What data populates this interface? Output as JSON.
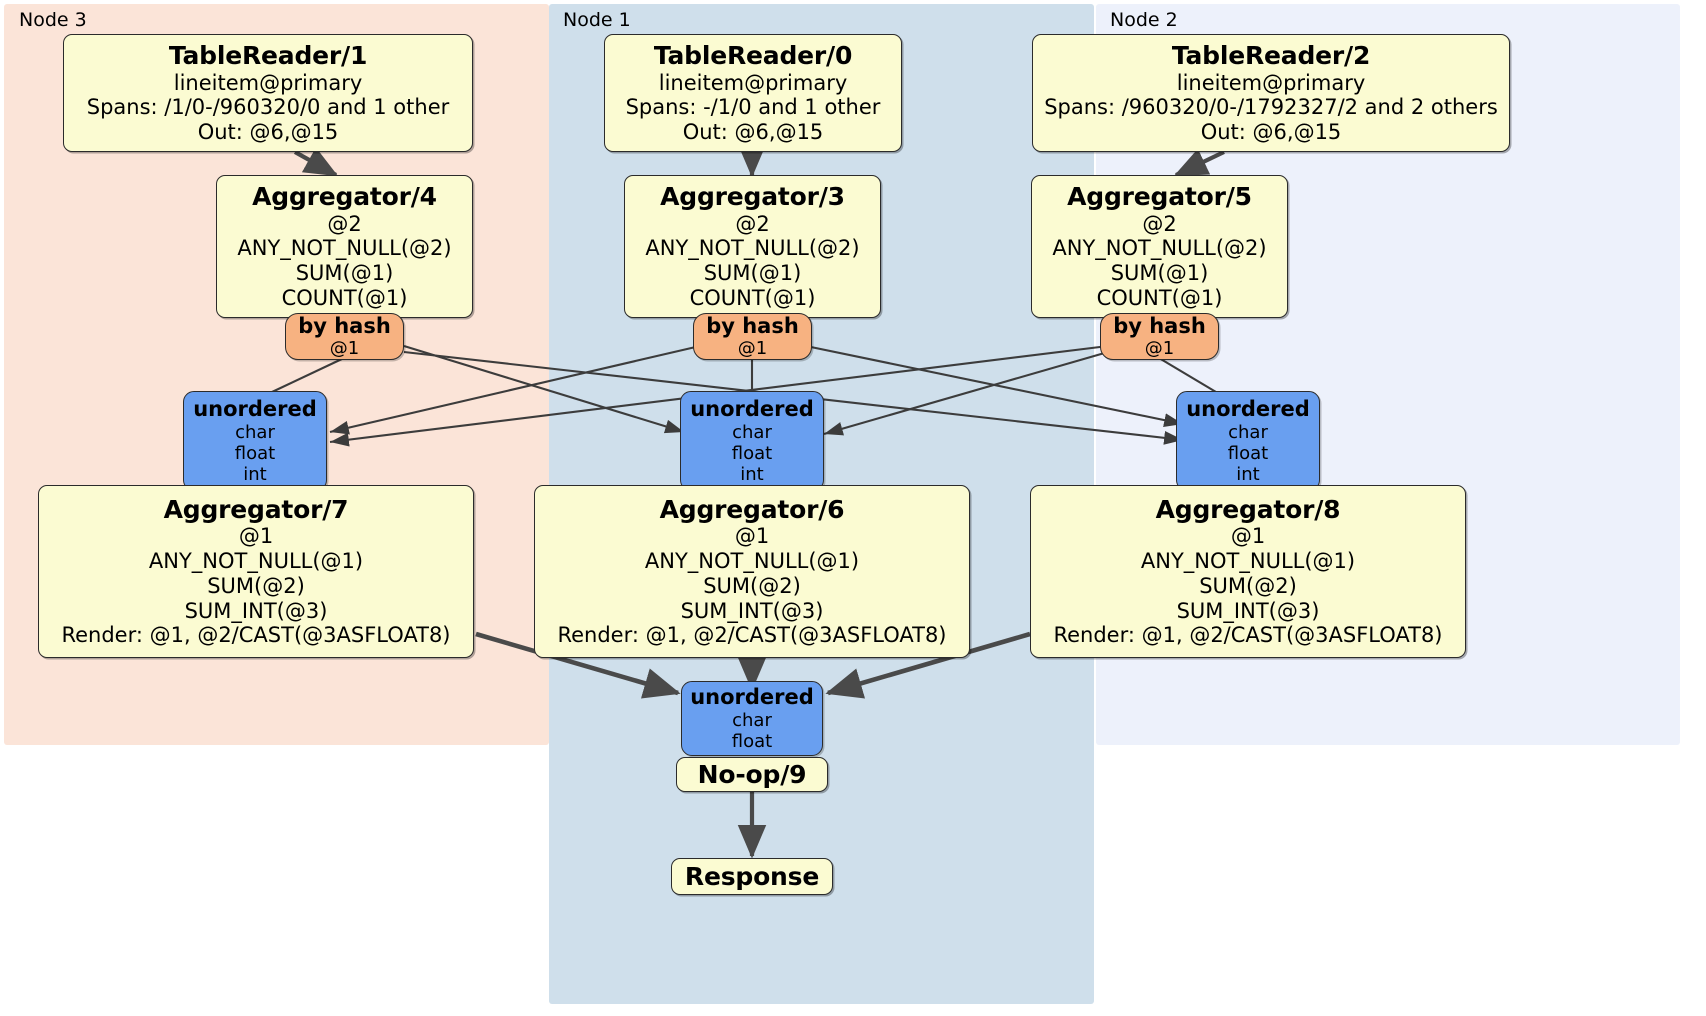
{
  "diagram": {
    "title": "Distributed SQL query execution plan",
    "colors": {
      "panel_node3": "#fbe4d8",
      "panel_node1": "#cfdfeb",
      "panel_node2": "#edf1fb",
      "processor": "#fbfbd2",
      "router": "#f7b281",
      "receiver": "#699ff0",
      "edge": "#4a4a4a",
      "border": "#2b2b2b"
    }
  },
  "panels": [
    {
      "label": "Node 3"
    },
    {
      "label": "Node 1"
    },
    {
      "label": "Node 2"
    }
  ],
  "table_readers": [
    {
      "title": "TableReader/1",
      "table": "lineitem@primary",
      "spans": "Spans: /1/0-/960320/0 and 1 other",
      "out": "Out: @6,@15"
    },
    {
      "title": "TableReader/0",
      "table": "lineitem@primary",
      "spans": "Spans: -/1/0 and 1 other",
      "out": "Out: @6,@15"
    },
    {
      "title": "TableReader/2",
      "table": "lineitem@primary",
      "spans": "Spans: /960320/0-/1792327/2 and 2 others",
      "out": "Out: @6,@15"
    }
  ],
  "local_aggregators": [
    {
      "title": "Aggregator/4",
      "group": "@2",
      "agg1": "ANY_NOT_NULL(@2)",
      "agg2": "SUM(@1)",
      "agg3": "COUNT(@1)"
    },
    {
      "title": "Aggregator/3",
      "group": "@2",
      "agg1": "ANY_NOT_NULL(@2)",
      "agg2": "SUM(@1)",
      "agg3": "COUNT(@1)"
    },
    {
      "title": "Aggregator/5",
      "group": "@2",
      "agg1": "ANY_NOT_NULL(@2)",
      "agg2": "SUM(@1)",
      "agg3": "COUNT(@1)"
    }
  ],
  "routers": [
    {
      "title": "by hash",
      "detail": "@1"
    },
    {
      "title": "by hash",
      "detail": "@1"
    },
    {
      "title": "by hash",
      "detail": "@1"
    }
  ],
  "receivers": [
    {
      "title": "unordered",
      "t1": "char",
      "t2": "float",
      "t3": "int"
    },
    {
      "title": "unordered",
      "t1": "char",
      "t2": "float",
      "t3": "int"
    },
    {
      "title": "unordered",
      "t1": "char",
      "t2": "float",
      "t3": "int"
    }
  ],
  "final_aggregators": [
    {
      "title": "Aggregator/7",
      "group": "@1",
      "agg1": "ANY_NOT_NULL(@1)",
      "agg2": "SUM(@2)",
      "agg3": "SUM_INT(@3)",
      "render": "Render: @1, @2/CAST(@3ASFLOAT8)"
    },
    {
      "title": "Aggregator/6",
      "group": "@1",
      "agg1": "ANY_NOT_NULL(@1)",
      "agg2": "SUM(@2)",
      "agg3": "SUM_INT(@3)",
      "render": "Render: @1, @2/CAST(@3ASFLOAT8)"
    },
    {
      "title": "Aggregator/8",
      "group": "@1",
      "agg1": "ANY_NOT_NULL(@1)",
      "agg2": "SUM(@2)",
      "agg3": "SUM_INT(@3)",
      "render": "Render: @1, @2/CAST(@3ASFLOAT8)"
    }
  ],
  "final_receiver": {
    "title": "unordered",
    "t1": "char",
    "t2": "float"
  },
  "noop": {
    "title": "No-op/9"
  },
  "response": {
    "title": "Response"
  }
}
